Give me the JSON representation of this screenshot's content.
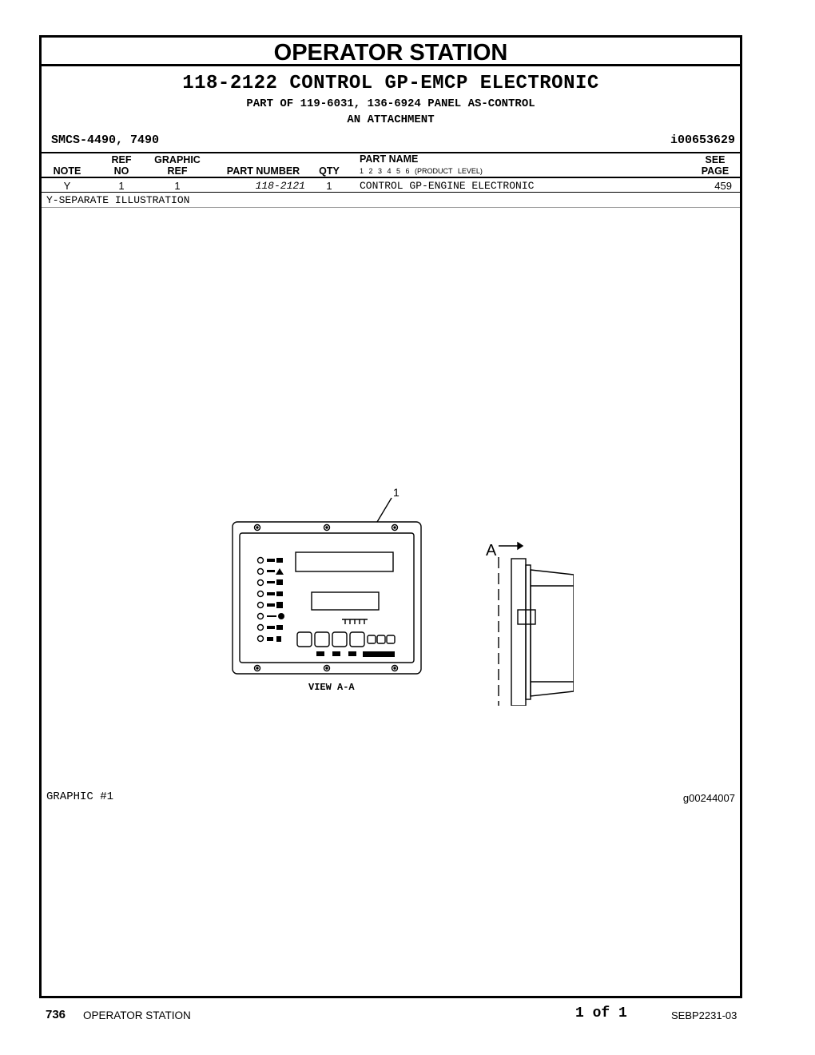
{
  "section_title": "OPERATOR STATION",
  "group_title": "118-2122 CONTROL GP-EMCP ELECTRONIC",
  "part_of": "PART OF 119-6031, 136-6924 PANEL AS-CONTROL",
  "attachment": "AN ATTACHMENT",
  "smcs": "SMCS-4490, 7490",
  "info_ref": "i00653629",
  "headers": {
    "note": "NOTE",
    "ref_top": "REF",
    "ref_bottom": "NO",
    "graphic_top": "GRAPHIC",
    "graphic_bottom": "REF",
    "part_number": "PART NUMBER",
    "qty": "QTY",
    "part_name": "PART NAME",
    "product_level": "1  2  3  4  5  6  (PRODUCT LEVEL)",
    "see_top": "SEE",
    "see_bottom": "PAGE"
  },
  "rows": [
    {
      "note": "Y",
      "ref_no": "1",
      "graphic_ref": "1",
      "part_number": "118-2121",
      "qty": "1",
      "part_name": "CONTROL GP-ENGINE ELECTRONIC",
      "see_page": "459"
    }
  ],
  "note_legend": "Y-SEPARATE ILLUSTRATION",
  "illustration": {
    "callout": "1",
    "view_label": "VIEW A-A",
    "section_marker": "A"
  },
  "graphic_label": "GRAPHIC #1",
  "graphic_ref": "g00244007",
  "footer": {
    "page_number": "736",
    "section": "OPERATOR STATION",
    "page_of": "1 of 1",
    "doc_number": "SEBP2231-03"
  }
}
